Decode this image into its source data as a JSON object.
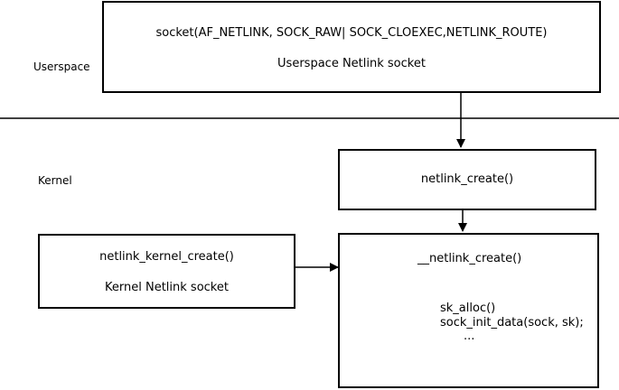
{
  "regions": {
    "userspace_label": "Userspace",
    "kernel_label": "Kernel"
  },
  "userspace_box": {
    "line1": "socket(AF_NETLINK, SOCK_RAW| SOCK_CLOEXEC,NETLINK_ROUTE)",
    "line2": "Userspace Netlink socket"
  },
  "netlink_create_box": {
    "line1": "netlink_create()"
  },
  "kernel_socket_box": {
    "line1": "netlink_kernel_create()",
    "line2": "Kernel Netlink socket"
  },
  "inner_create_box": {
    "title": "__netlink_create()",
    "calls": [
      "sk_alloc()",
      "sock_init_data(sock, sk);",
      "..."
    ]
  }
}
